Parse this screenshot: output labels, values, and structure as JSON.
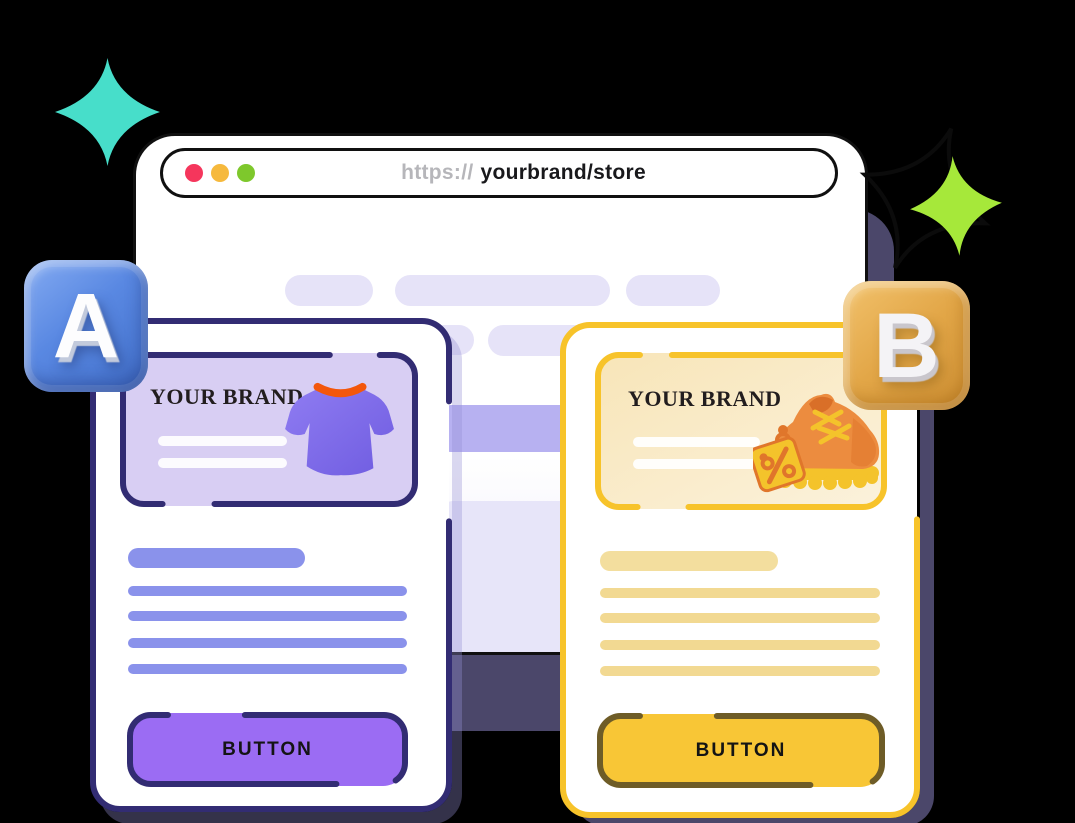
{
  "canvas": {
    "background": "#000000"
  },
  "browser": {
    "url_scheme": "https://",
    "url_path": "yourbrand/store",
    "traffic_light_colors": [
      "#F5365C",
      "#F6B93D",
      "#7EC82C"
    ],
    "window_shadow_color": "#968ED4",
    "placeholder_light_color": "#E6E3F8",
    "placeholder_medium_color": "#B7B1F1"
  },
  "variant_a": {
    "badge_letter": "A",
    "brand_name": "YOUR BRAND",
    "button_label": "BUTTON",
    "product_icon": "purple-tshirt",
    "accent_color": "#322C73",
    "panel_color": "#D8CEF3",
    "button_color": "#9B6CF3",
    "badge_color": "#5988E2",
    "line_color": "#8A92EB"
  },
  "variant_b": {
    "badge_letter": "B",
    "brand_name": "YOUR BRAND",
    "button_label": "BUTTON",
    "product_icon": "orange-sneaker-discount-tag",
    "accent_color": "#F7C32A",
    "panel_color": "#F8E8C6",
    "button_color": "#F8C636",
    "button_border_color": "#6E5C27",
    "badge_color": "#E2A647",
    "line_color": "#F2D992"
  },
  "decorations": {
    "sparkle_teal_color": "#47DECA",
    "sparkle_green_color": "#A6E83A"
  }
}
